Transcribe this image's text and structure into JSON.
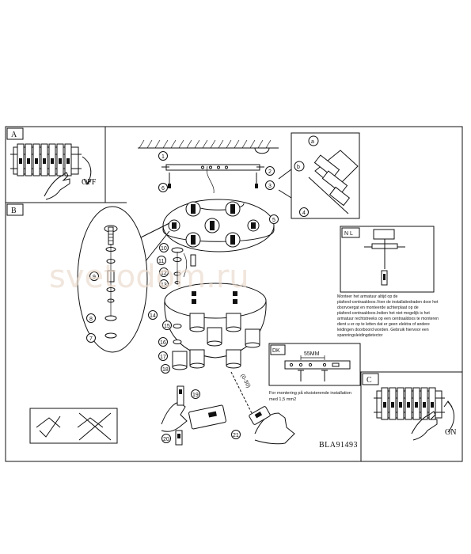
{
  "watermark": "svetodom.ru",
  "panel_a": {
    "letter": "A",
    "label": "OFF"
  },
  "panel_b": {
    "letter": "B"
  },
  "panel_c": {
    "letter": "C",
    "label": "ON"
  },
  "nl_box": {
    "label": "N L",
    "text_lines": [
      "Monteer het armatuur altijd op de",
      "plafond-centraaldoos.Voer de installatiedraden door het",
      "doorvoergat en monteerde achterplaat op de",
      "plafond-centraaldoos.Indien het niet mogelijk is het",
      "armatuur rechtstreeks op een centraaldoos te monteren",
      "dient u er op te letten dat er geen elektra of andere",
      "leidingen doorboord worden. Gebruik hiervoor een",
      "spanningsleidingdetector"
    ]
  },
  "dk_box": {
    "label": "DK",
    "dimension": "55MM",
    "note_lines": [
      "For montering på eksisterende installation",
      "med 1,5 mm2"
    ]
  },
  "remote_range": "(0-30)",
  "step_numbers": [
    "1",
    "2",
    "3",
    "4",
    "5",
    "6",
    "7",
    "8",
    "9",
    "10",
    "11",
    "12",
    "13",
    "14",
    "15",
    "16",
    "17",
    "18",
    "19",
    "20",
    "21"
  ],
  "callouts": [
    "a",
    "b"
  ],
  "model_code": "BLA91493"
}
